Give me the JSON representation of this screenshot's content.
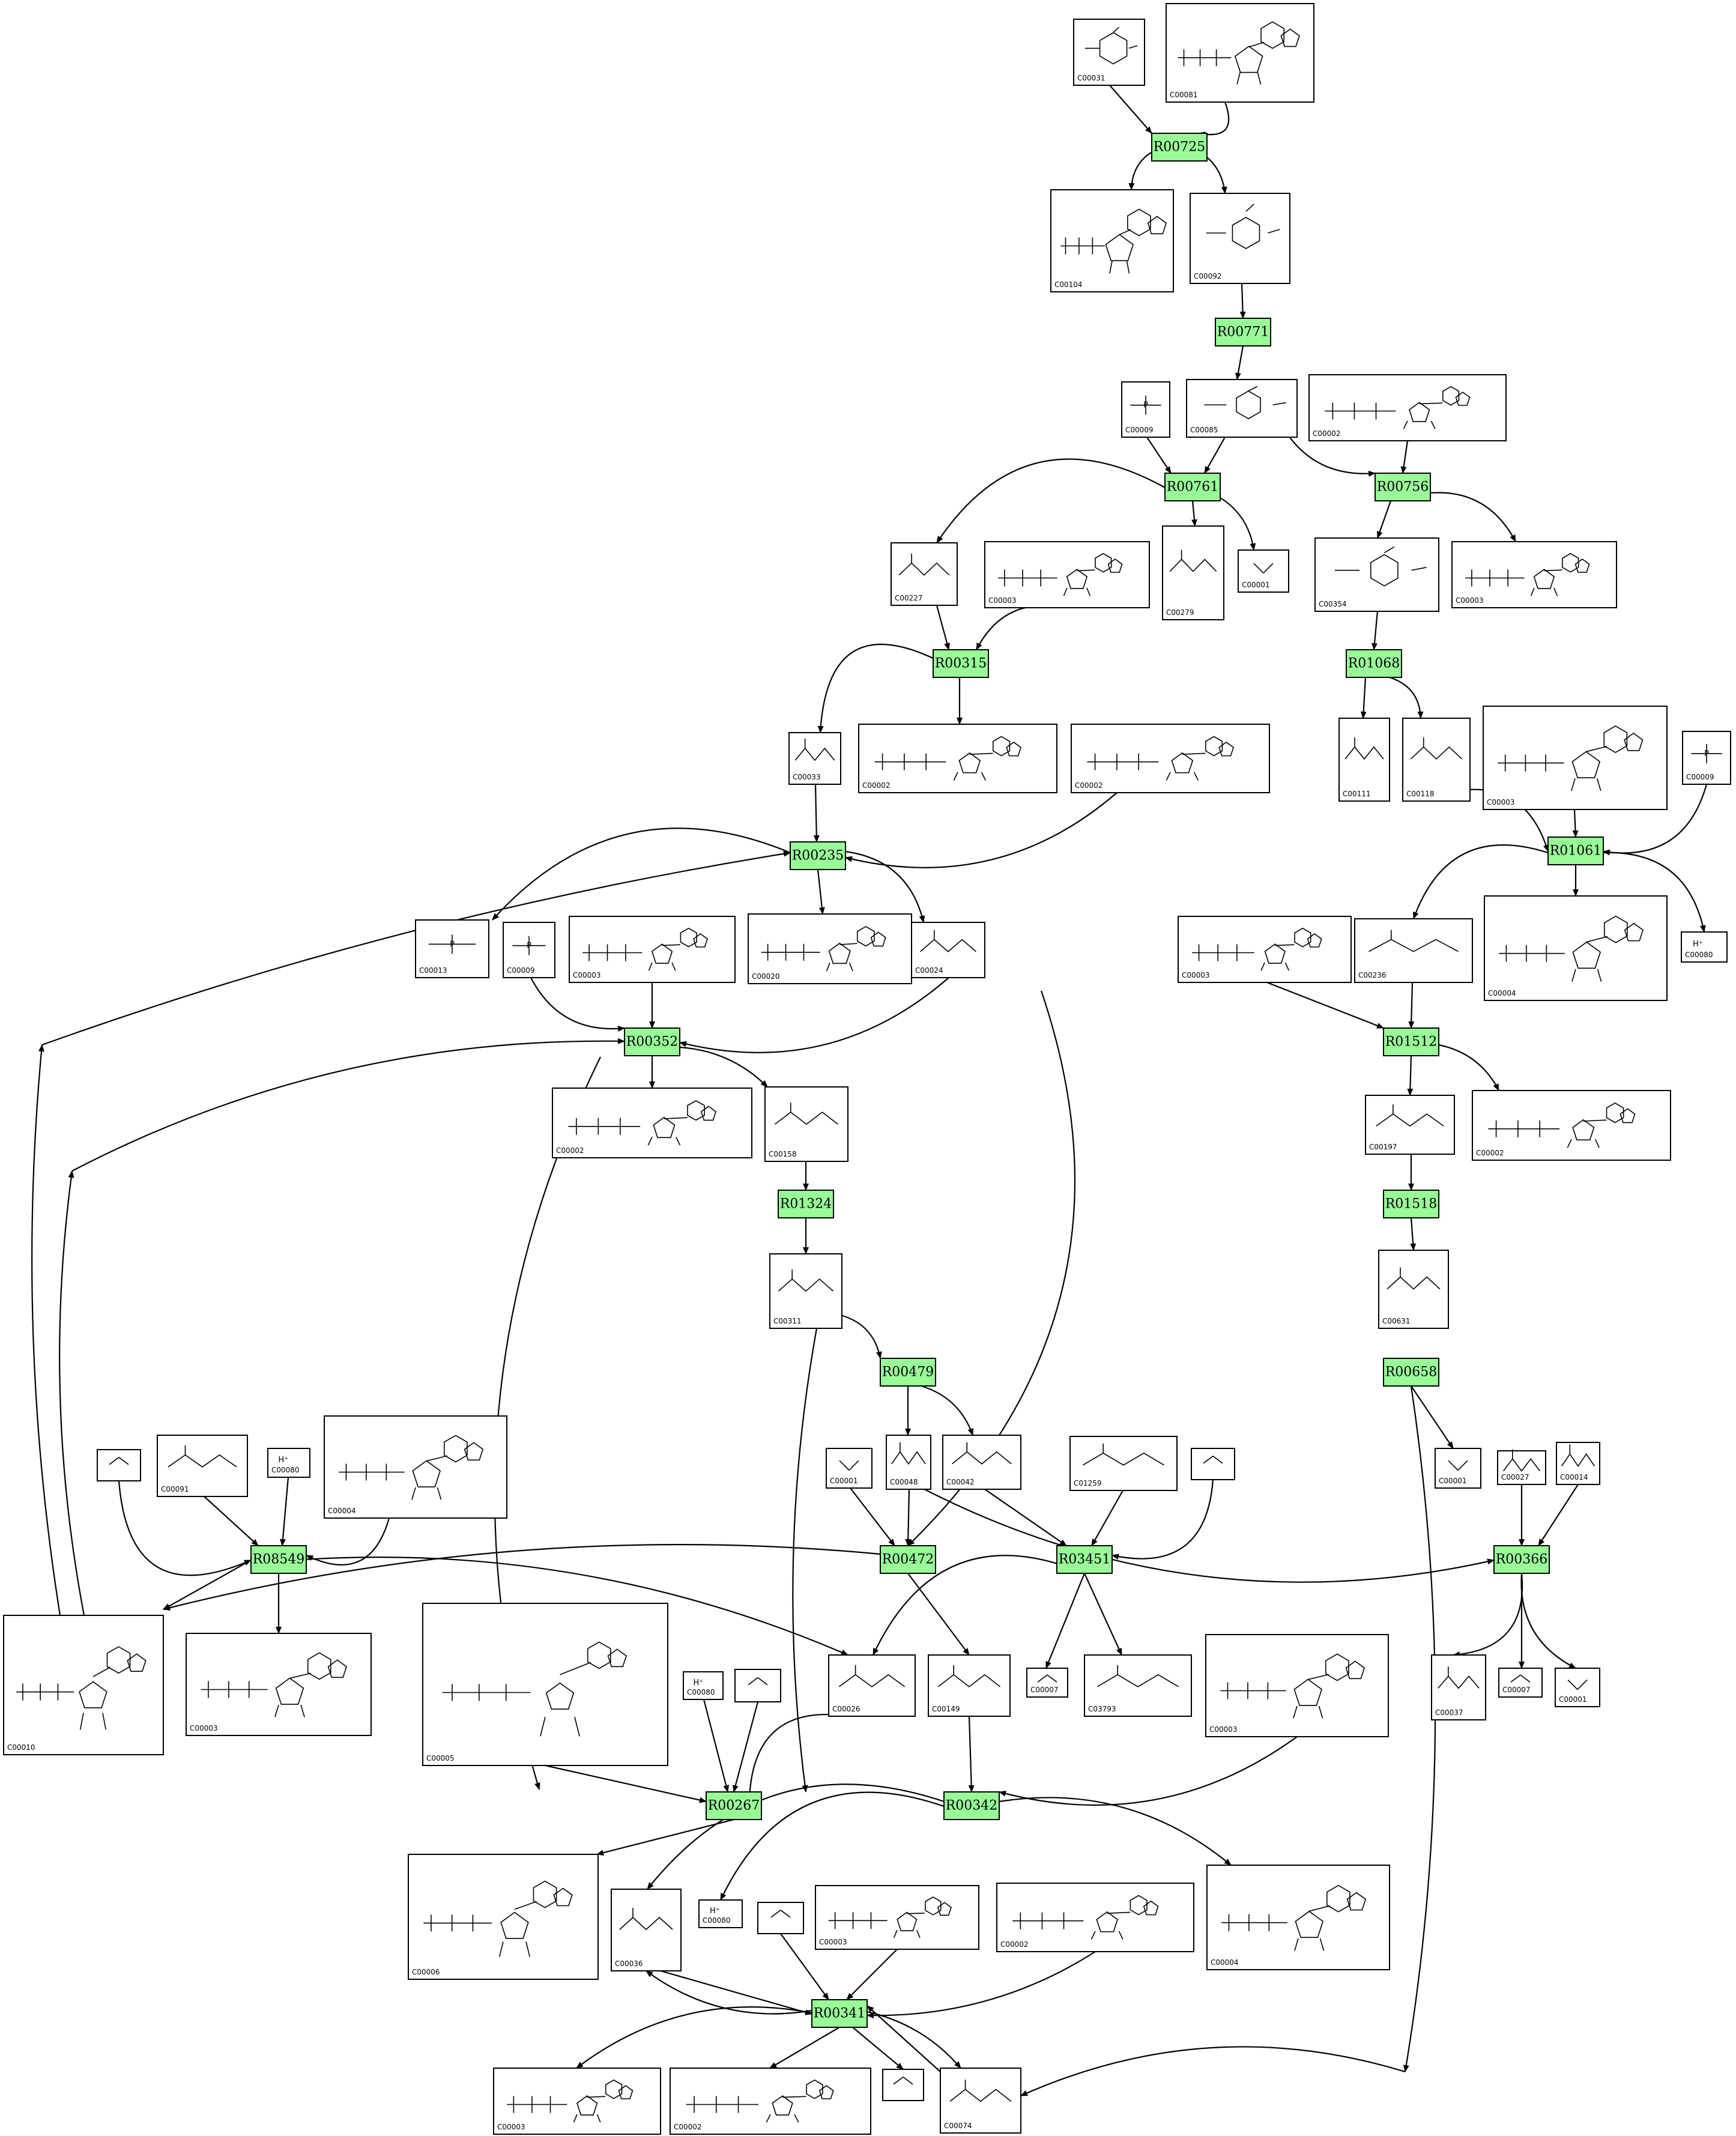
{
  "compounds": [
    "C00031",
    "C00081",
    "C00104",
    "C00092",
    "C00009",
    "C00085",
    "C00002",
    "C00227",
    "C00003",
    "C00279",
    "C00001",
    "C00354",
    "C00033",
    "C00111",
    "C00118",
    "C00013",
    "C00024",
    "C00080",
    "C00236",
    "C00004",
    "C00158",
    "C00197",
    "C00311",
    "C00631",
    "C00048",
    "C00042",
    "C00027",
    "C00014",
    "C00091",
    "C01259",
    "C00010",
    "C00026",
    "C00149",
    "C00007",
    "C03793",
    "C00037",
    "C00005",
    "C00006",
    "C00036",
    "C00074",
    "C00020"
  ],
  "reactions": [
    "R00725",
    "R00771",
    "R00761",
    "R00756",
    "R00315",
    "R01068",
    "R00235",
    "R01061",
    "R00352",
    "R01512",
    "R01324",
    "R01518",
    "R00479",
    "R00658",
    "R08549",
    "R00472",
    "R03451",
    "R00366",
    "R00267",
    "R00342",
    "R00341"
  ]
}
